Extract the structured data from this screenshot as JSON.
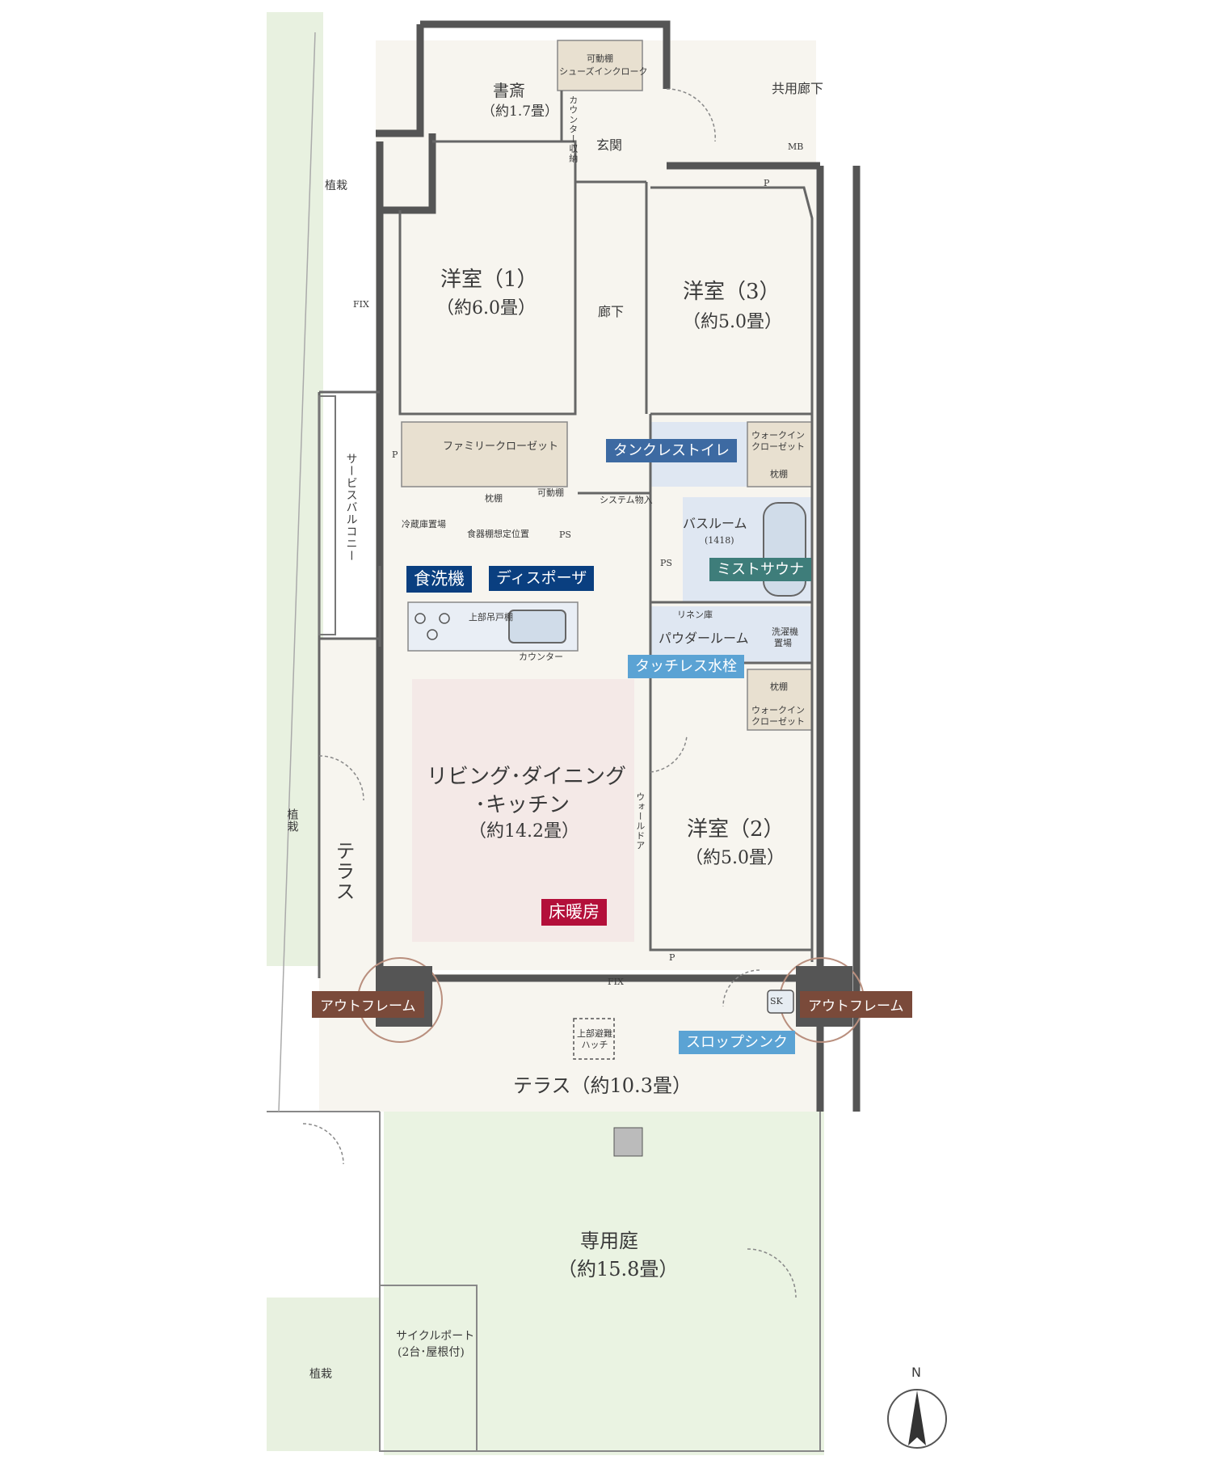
{
  "rooms": {
    "study": {
      "name": "書斎",
      "size": "（約1.7畳）"
    },
    "western1": {
      "name": "洋室（1）",
      "size": "（約6.0畳）"
    },
    "western2": {
      "name": "洋室（2）",
      "size": "（約5.0畳）"
    },
    "western3": {
      "name": "洋室（3）",
      "size": "（約5.0畳）"
    },
    "ldk": {
      "name_line1": "リビング･ダイニング",
      "name_line2": "･キッチン",
      "size": "（約14.2畳）"
    },
    "terrace_main": "テラス（約10.3畳）",
    "terrace_side": "テラス",
    "garden": {
      "name": "専用庭",
      "size": "（約15.8畳）"
    },
    "service_balcony": "サービスバルコニー",
    "entrance": "玄関",
    "hallway": "廊下",
    "common_hallway": "共用廊下",
    "bathroom": {
      "name": "バスルーム",
      "code": "(1418)"
    },
    "powder_room": "パウダールーム",
    "cycle_port": {
      "line1": "サイクルポート",
      "line2": "(2台･屋根付)"
    }
  },
  "labels": {
    "family_closet": "ファミリークローゼット",
    "shoes_closet": "シューズインクローク",
    "movable_shelf": "可動棚",
    "pillow_shelf": "枕棚",
    "walkin_closet_1": "ウォークイン",
    "walkin_closet_2": "クローゼット",
    "fridge": "冷蔵庫置場",
    "dish_shelf": "食器棚想定位置",
    "counter": "カウンター",
    "upper_cabinet": "上部吊戸棚",
    "washer_1": "洗濯機",
    "washer_2": "置場",
    "linen": "リネン庫",
    "system_storage": "システム物入",
    "walk_door": "ウォールドア",
    "counter_storage": "カウンター収納",
    "upper_hatch": "上部避難ハッチ",
    "planting": "植栽",
    "ps": "PS",
    "p": "P",
    "mb": "MB",
    "sk": "SK",
    "fix": "FIX"
  },
  "badges": {
    "dishwasher": "食洗機",
    "disposer": "ディスポーザ",
    "tankless_toilet": "タンクレストイレ",
    "mist_sauna": "ミストサウナ",
    "touchless_faucet": "タッチレス水栓",
    "floor_heating": "床暖房",
    "slop_sink": "スロップシンク",
    "outframe": "アウトフレーム"
  },
  "compass": "N",
  "colors": {
    "navy": "#0a3f80",
    "blue": "#3d6aa2",
    "sky": "#5ba3d4",
    "teal": "#3e7d7a",
    "red": "#b30f3a",
    "frame": "#7a4a3a",
    "wall": "#555555",
    "floor": "#f7f5ef",
    "green": "#e8f1e0",
    "ldk": "#f4e9e7",
    "wet": "#dfe7f2"
  }
}
